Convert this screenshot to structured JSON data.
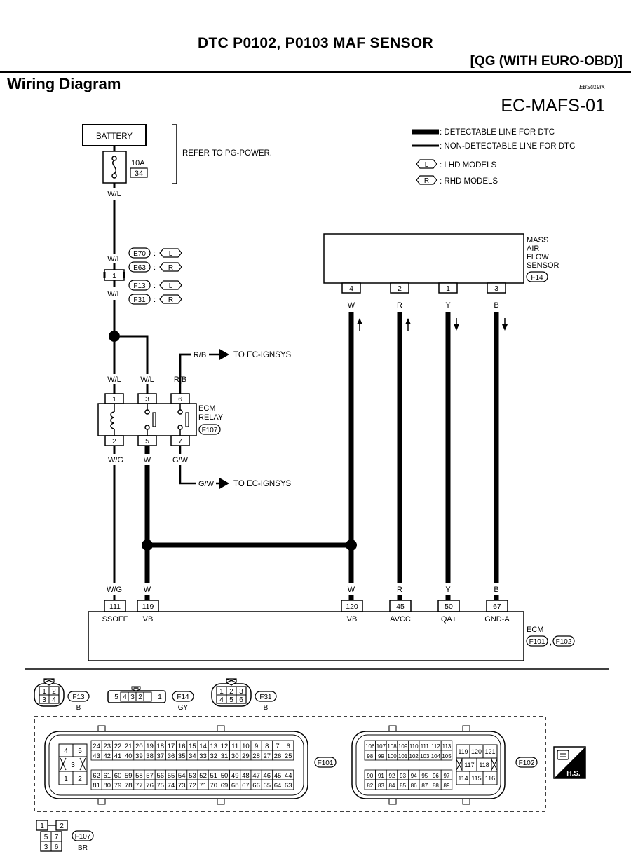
{
  "title": "DTC P0102, P0103 MAF SENSOR",
  "subtitle": "[QG (WITH EURO-OBD)]",
  "section": "Wiring Diagram",
  "code": "EBS019IK",
  "diagram_id": "EC-MAFS-01",
  "legend": {
    "detectable": ": DETECTABLE LINE FOR DTC",
    "non_detectable": ": NON-DETECTABLE LINE FOR DTC",
    "lhd_symbol": "L",
    "lhd_text": ": LHD MODELS",
    "rhd_symbol": "R",
    "rhd_text": ": RHD MODELS"
  },
  "battery": {
    "label": "BATTERY",
    "fuse_amp": "10A",
    "fuse_no": "34",
    "refer": "REFER TO PG-POWER.",
    "wire": "W/L"
  },
  "joint": {
    "wire_top": "W/L",
    "pin": "1",
    "wire_bottom": "W/L",
    "refs": [
      {
        "conn": "E70",
        "model": "L"
      },
      {
        "conn": "E63",
        "model": "R"
      },
      {
        "conn": "F13",
        "model": "L"
      },
      {
        "conn": "F31",
        "model": "R"
      }
    ]
  },
  "relay": {
    "name": [
      "ECM",
      "RELAY"
    ],
    "conn": "F107",
    "top_wires": [
      "W/L",
      "W/L",
      "R/B"
    ],
    "top_pins": [
      "1",
      "3",
      "6"
    ],
    "bottom_pins": [
      "2",
      "5",
      "7"
    ],
    "bottom_wires": [
      "W/G",
      "W",
      "G/W"
    ],
    "to_top": "R/B",
    "to_top_text": "TO EC-IGNSYS",
    "to_bottom": "G/W",
    "to_bottom_text": "TO EC-IGNSYS"
  },
  "maf": {
    "name": [
      "MASS",
      "AIR",
      "FLOW",
      "SENSOR"
    ],
    "conn": "F14",
    "pins": [
      "4",
      "2",
      "1",
      "3"
    ],
    "wires": [
      "W",
      "R",
      "Y",
      "B"
    ]
  },
  "ecm": {
    "name": "ECM",
    "conns": [
      "F101",
      "F102"
    ],
    "pins": [
      "111",
      "119",
      "120",
      "45",
      "50",
      "67"
    ],
    "labels": [
      "SSOFF",
      "VB",
      "VB",
      "AVCC",
      "QA+",
      "GND-A"
    ],
    "wires": [
      "W/G",
      "W",
      "W",
      "R",
      "Y",
      "B"
    ]
  },
  "connectors": {
    "f13": {
      "id": "F13",
      "color": "B",
      "pins": [
        "1",
        "2",
        "3",
        "4"
      ]
    },
    "f14": {
      "id": "F14",
      "color": "GY",
      "pins": [
        "5",
        "4",
        "3",
        "2",
        "1"
      ]
    },
    "f31": {
      "id": "F31",
      "color": "B",
      "pins": [
        "1",
        "2",
        "3",
        "4",
        "5",
        "6"
      ]
    },
    "f101": {
      "id": "F101",
      "small": [
        "4",
        "5",
        "3",
        "1",
        "2"
      ],
      "rows": [
        [
          "24",
          "23",
          "22",
          "21",
          "20",
          "19",
          "18",
          "17",
          "16",
          "15",
          "14",
          "13",
          "12",
          "11",
          "10",
          "9",
          "8",
          "7",
          "6"
        ],
        [
          "43",
          "42",
          "41",
          "40",
          "39",
          "38",
          "37",
          "36",
          "35",
          "34",
          "33",
          "32",
          "31",
          "30",
          "29",
          "28",
          "27",
          "26",
          "25"
        ],
        [
          "62",
          "61",
          "60",
          "59",
          "58",
          "57",
          "56",
          "55",
          "54",
          "53",
          "52",
          "51",
          "50",
          "49",
          "48",
          "47",
          "46",
          "45",
          "44"
        ],
        [
          "81",
          "80",
          "79",
          "78",
          "77",
          "76",
          "75",
          "74",
          "73",
          "72",
          "71",
          "70",
          "69",
          "68",
          "67",
          "66",
          "65",
          "64",
          "63"
        ]
      ]
    },
    "f102": {
      "id": "F102",
      "rows": [
        [
          "106",
          "107",
          "108",
          "109",
          "110",
          "111",
          "112",
          "113"
        ],
        [
          "98",
          "99",
          "100",
          "101",
          "102",
          "103",
          "104",
          "105"
        ],
        [
          "90",
          "91",
          "92",
          "93",
          "94",
          "95",
          "96",
          "97"
        ],
        [
          "82",
          "83",
          "84",
          "85",
          "86",
          "87",
          "88",
          "89"
        ]
      ],
      "side": [
        [
          "119",
          "120",
          "121"
        ],
        [
          "117",
          "118"
        ],
        [
          "114",
          "115",
          "116"
        ]
      ]
    },
    "f107": {
      "id": "F107",
      "color": "BR",
      "pins": [
        "1",
        "2",
        "5",
        "7",
        "3",
        "6"
      ]
    }
  },
  "hs_label": "H.S."
}
